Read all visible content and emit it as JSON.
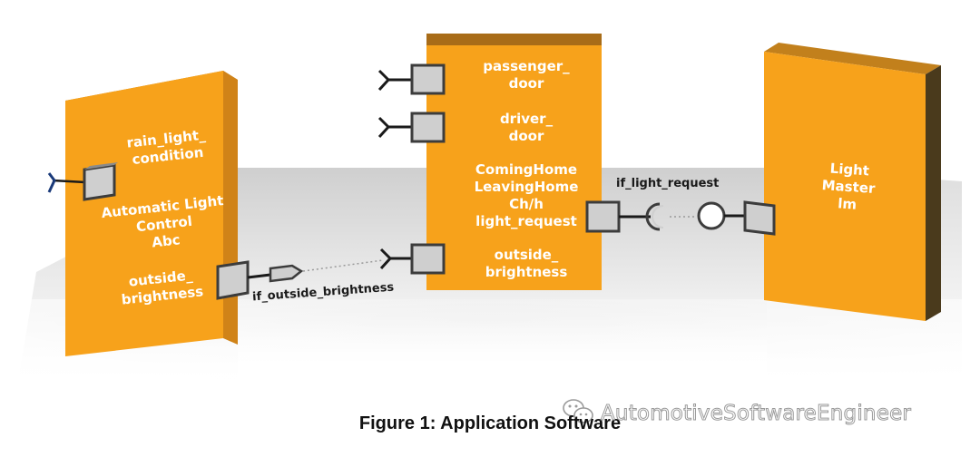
{
  "diagram": {
    "components": {
      "automatic_light_control": {
        "ports": {
          "rain_light_condition": "rain_light_\ncondition",
          "outside_brightness": "outside_\nbrightness"
        },
        "name": "Automatic Light\nControl\nAbc"
      },
      "coming_leaving_home": {
        "ports": {
          "passenger_door": "passenger_\ndoor",
          "driver_door": "driver_\ndoor",
          "outside_brightness": "outside_\nbrightness"
        },
        "name": "ComingHome\nLeavingHome\nCh/h\nlight_request"
      },
      "light_master": {
        "name": "Light\nMaster\nlm"
      }
    },
    "interfaces": {
      "if_outside_brightness": "if_outside_brightness",
      "if_light_request": "if_light_request"
    },
    "caption": "Figure 1: Application Software",
    "watermark": "AutomotiveSoftwareEngineer",
    "colors": {
      "box_front": "#f7a21b",
      "box_top": "#c2801c",
      "box_side": "#4a3a1c",
      "port_fill": "#cfcfcf",
      "port_border": "#3c3c3c",
      "connector": "#1a1a1a",
      "floor": "#d6d6d6"
    }
  }
}
